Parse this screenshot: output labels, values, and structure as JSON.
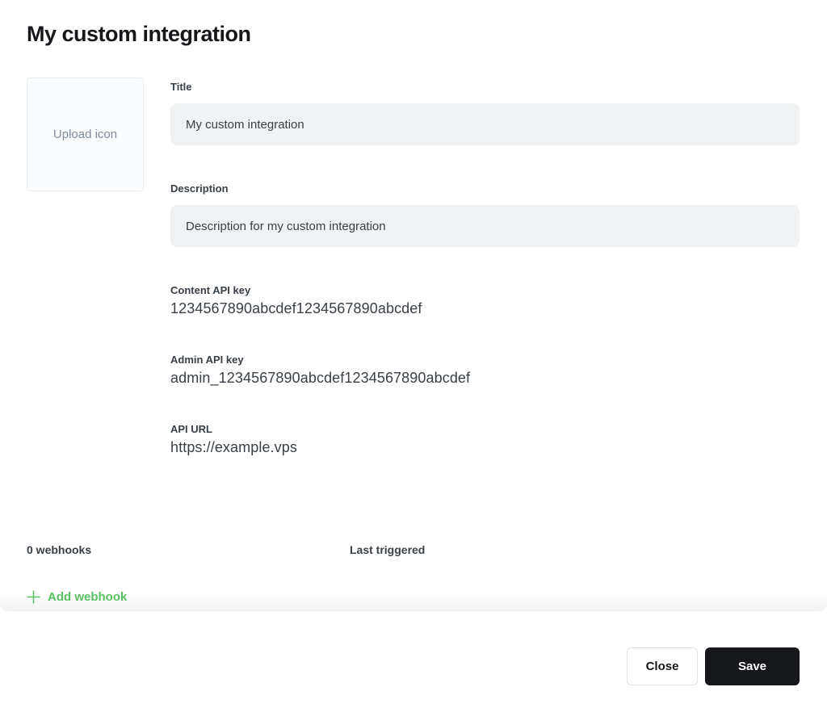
{
  "page": {
    "title": "My custom integration"
  },
  "form": {
    "upload_icon_label": "Upload icon",
    "fields": {
      "title": {
        "label": "Title",
        "value": "My custom integration"
      },
      "description": {
        "label": "Description",
        "value": "Description for my custom integration"
      },
      "content_api_key": {
        "label": "Content API key",
        "value": "1234567890abcdef1234567890abcdef"
      },
      "admin_api_key": {
        "label": "Admin API key",
        "value": "admin_1234567890abcdef1234567890abcdef"
      },
      "api_url": {
        "label": "API URL",
        "value": "https://example.vps"
      }
    }
  },
  "webhooks": {
    "count_label": "0 webhooks",
    "last_triggered_label": "Last triggered",
    "add_label": "Add webhook",
    "add_icon": "plus-icon"
  },
  "footer": {
    "close_label": "Close",
    "save_label": "Save"
  },
  "colors": {
    "accent_green": "#58c362",
    "save_bg": "#15171a",
    "text_dark": "#15171a",
    "label_gray": "#394047",
    "input_bg": "#f0f2f3"
  }
}
